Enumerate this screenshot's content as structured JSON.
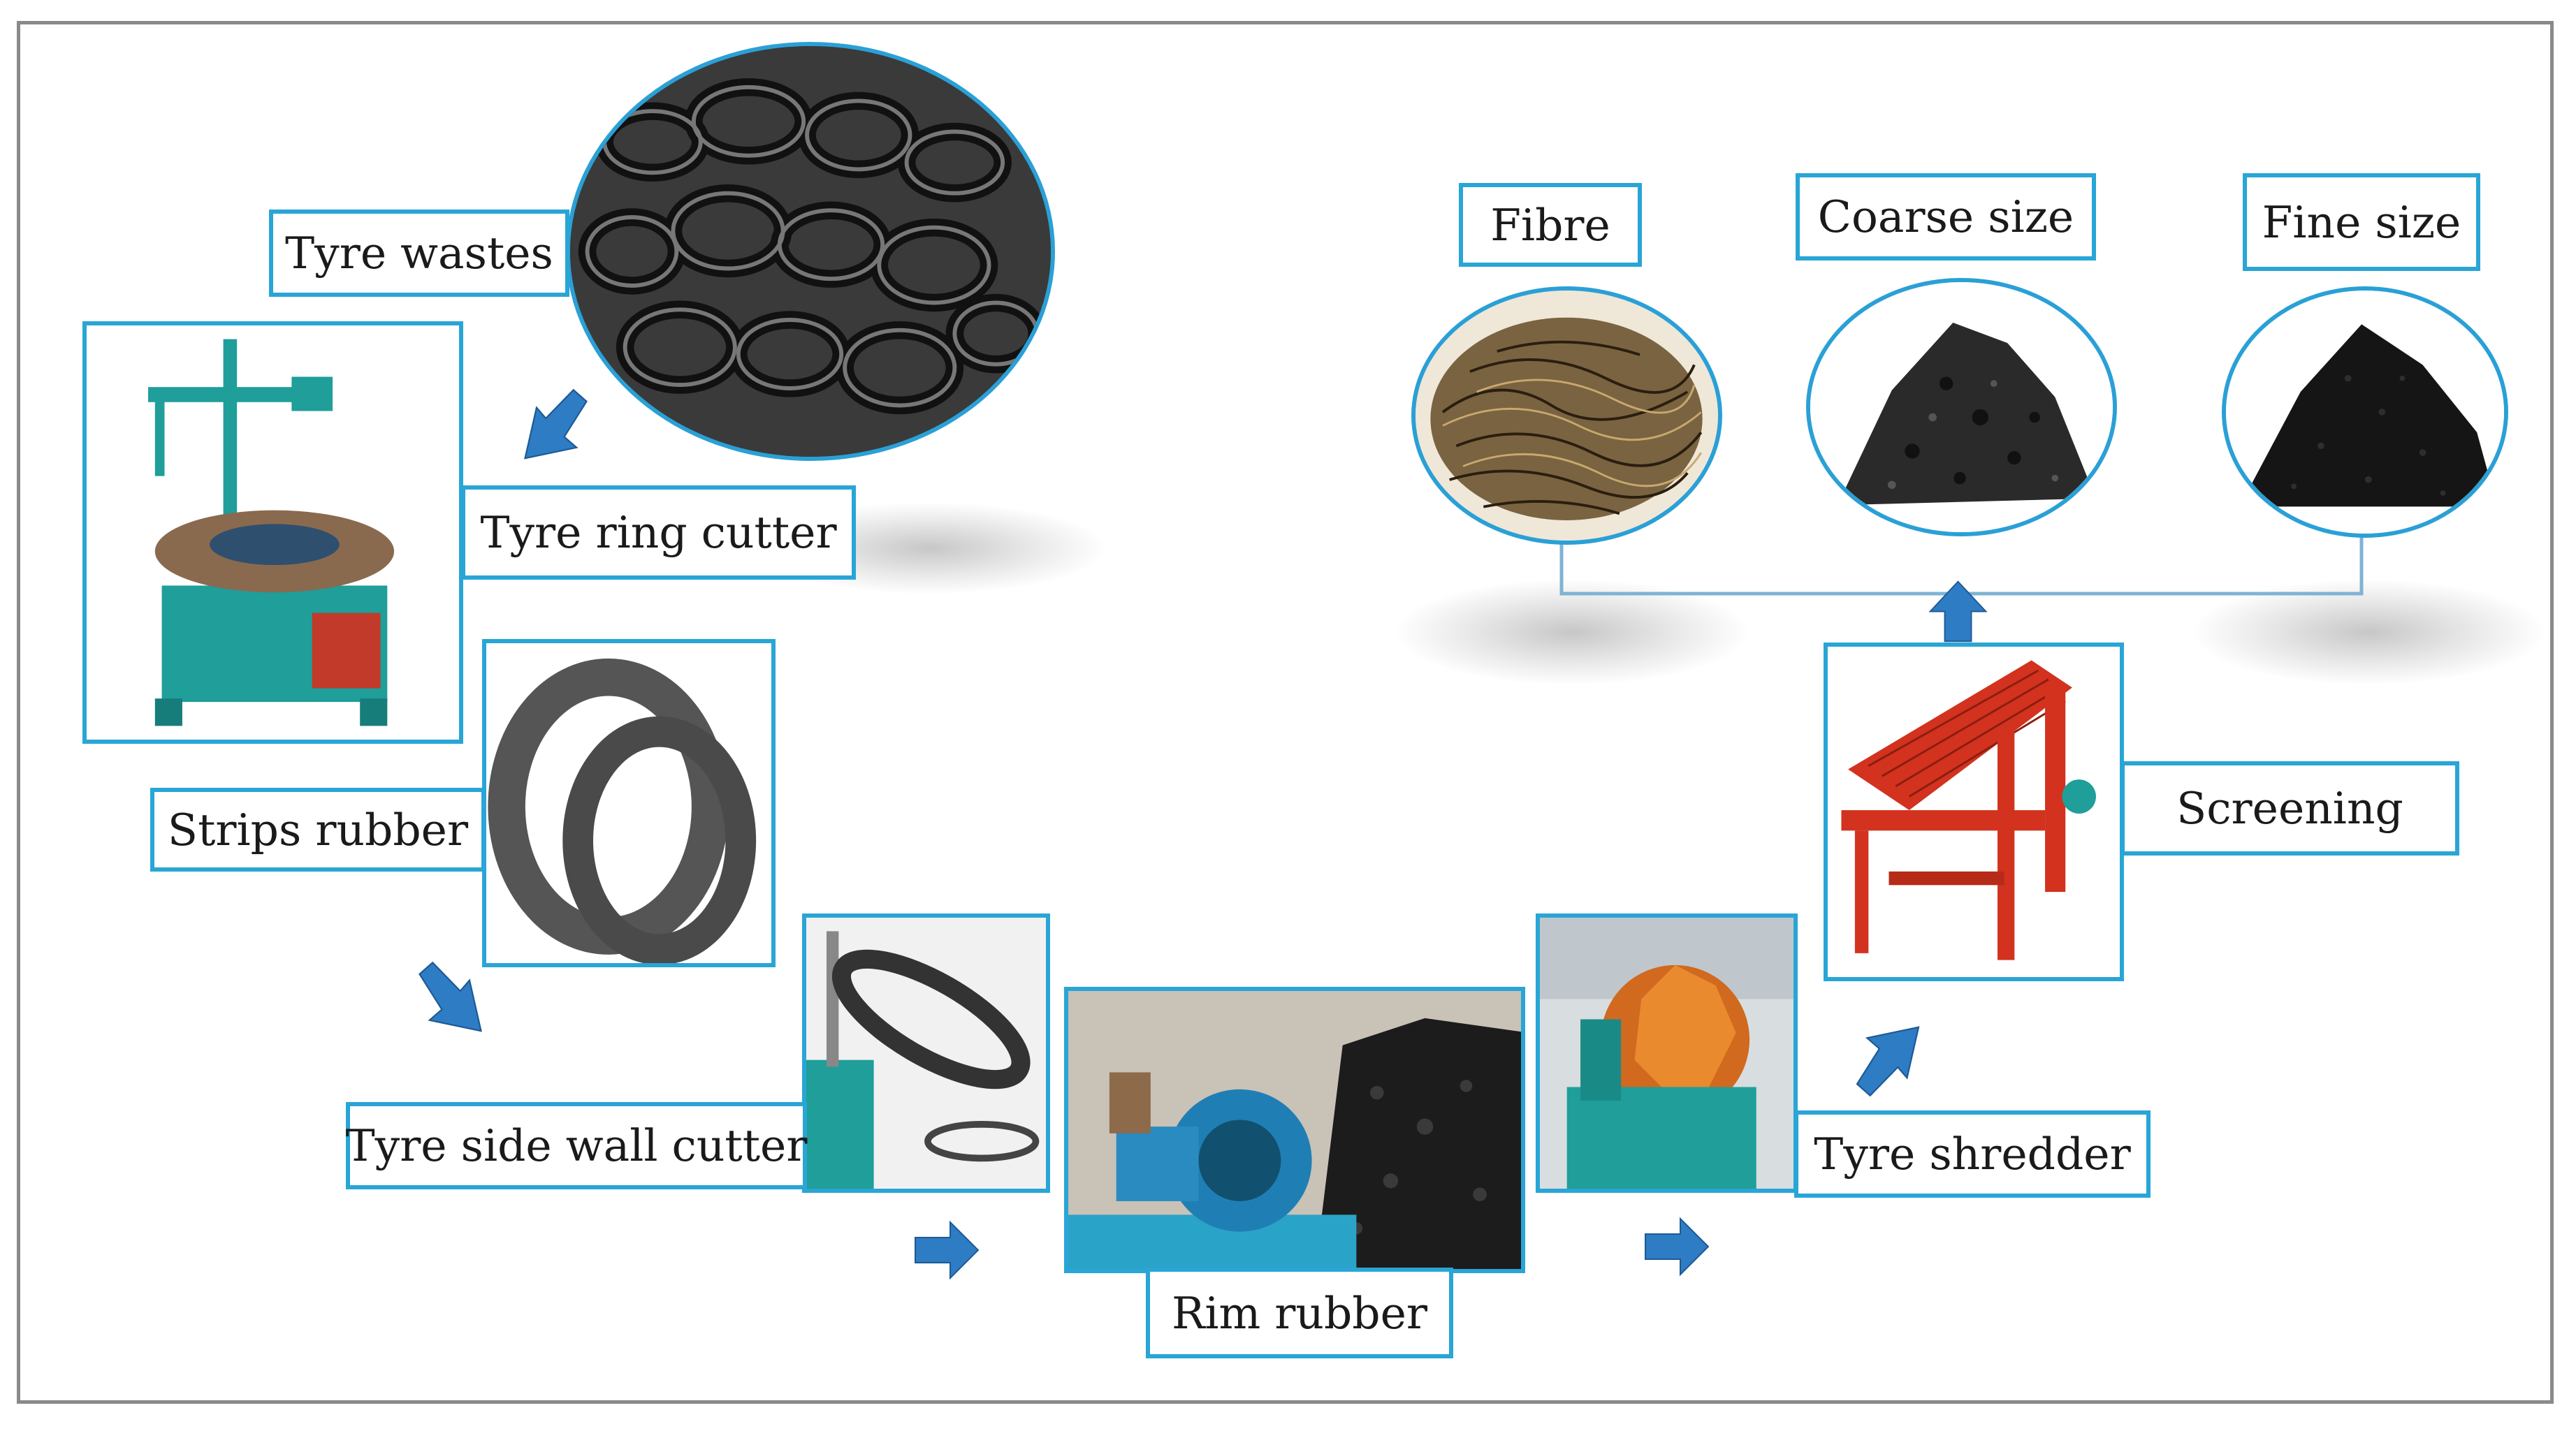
{
  "labels": {
    "tyre_wastes": "Tyre wastes",
    "tyre_ring_cutter": "Tyre ring cutter",
    "strips_rubber": "Strips rubber",
    "tyre_side_wall_cutter": "Tyre side wall cutter",
    "rim_rubber": "Rim rubber",
    "tyre_shredder": "Tyre shredder",
    "screening": "Screening",
    "fibre": "Fibre",
    "coarse_size": "Coarse size",
    "fine_size": "Fine size"
  },
  "colors": {
    "label_border": "#29a5d6",
    "arrow_fill": "#2e7cc4",
    "frame_border": "#8a8a8a",
    "machine_teal": "#1f9e9a",
    "screen_red": "#d2321e"
  },
  "icons": {
    "process_arrow": "blue-block-arrow"
  }
}
